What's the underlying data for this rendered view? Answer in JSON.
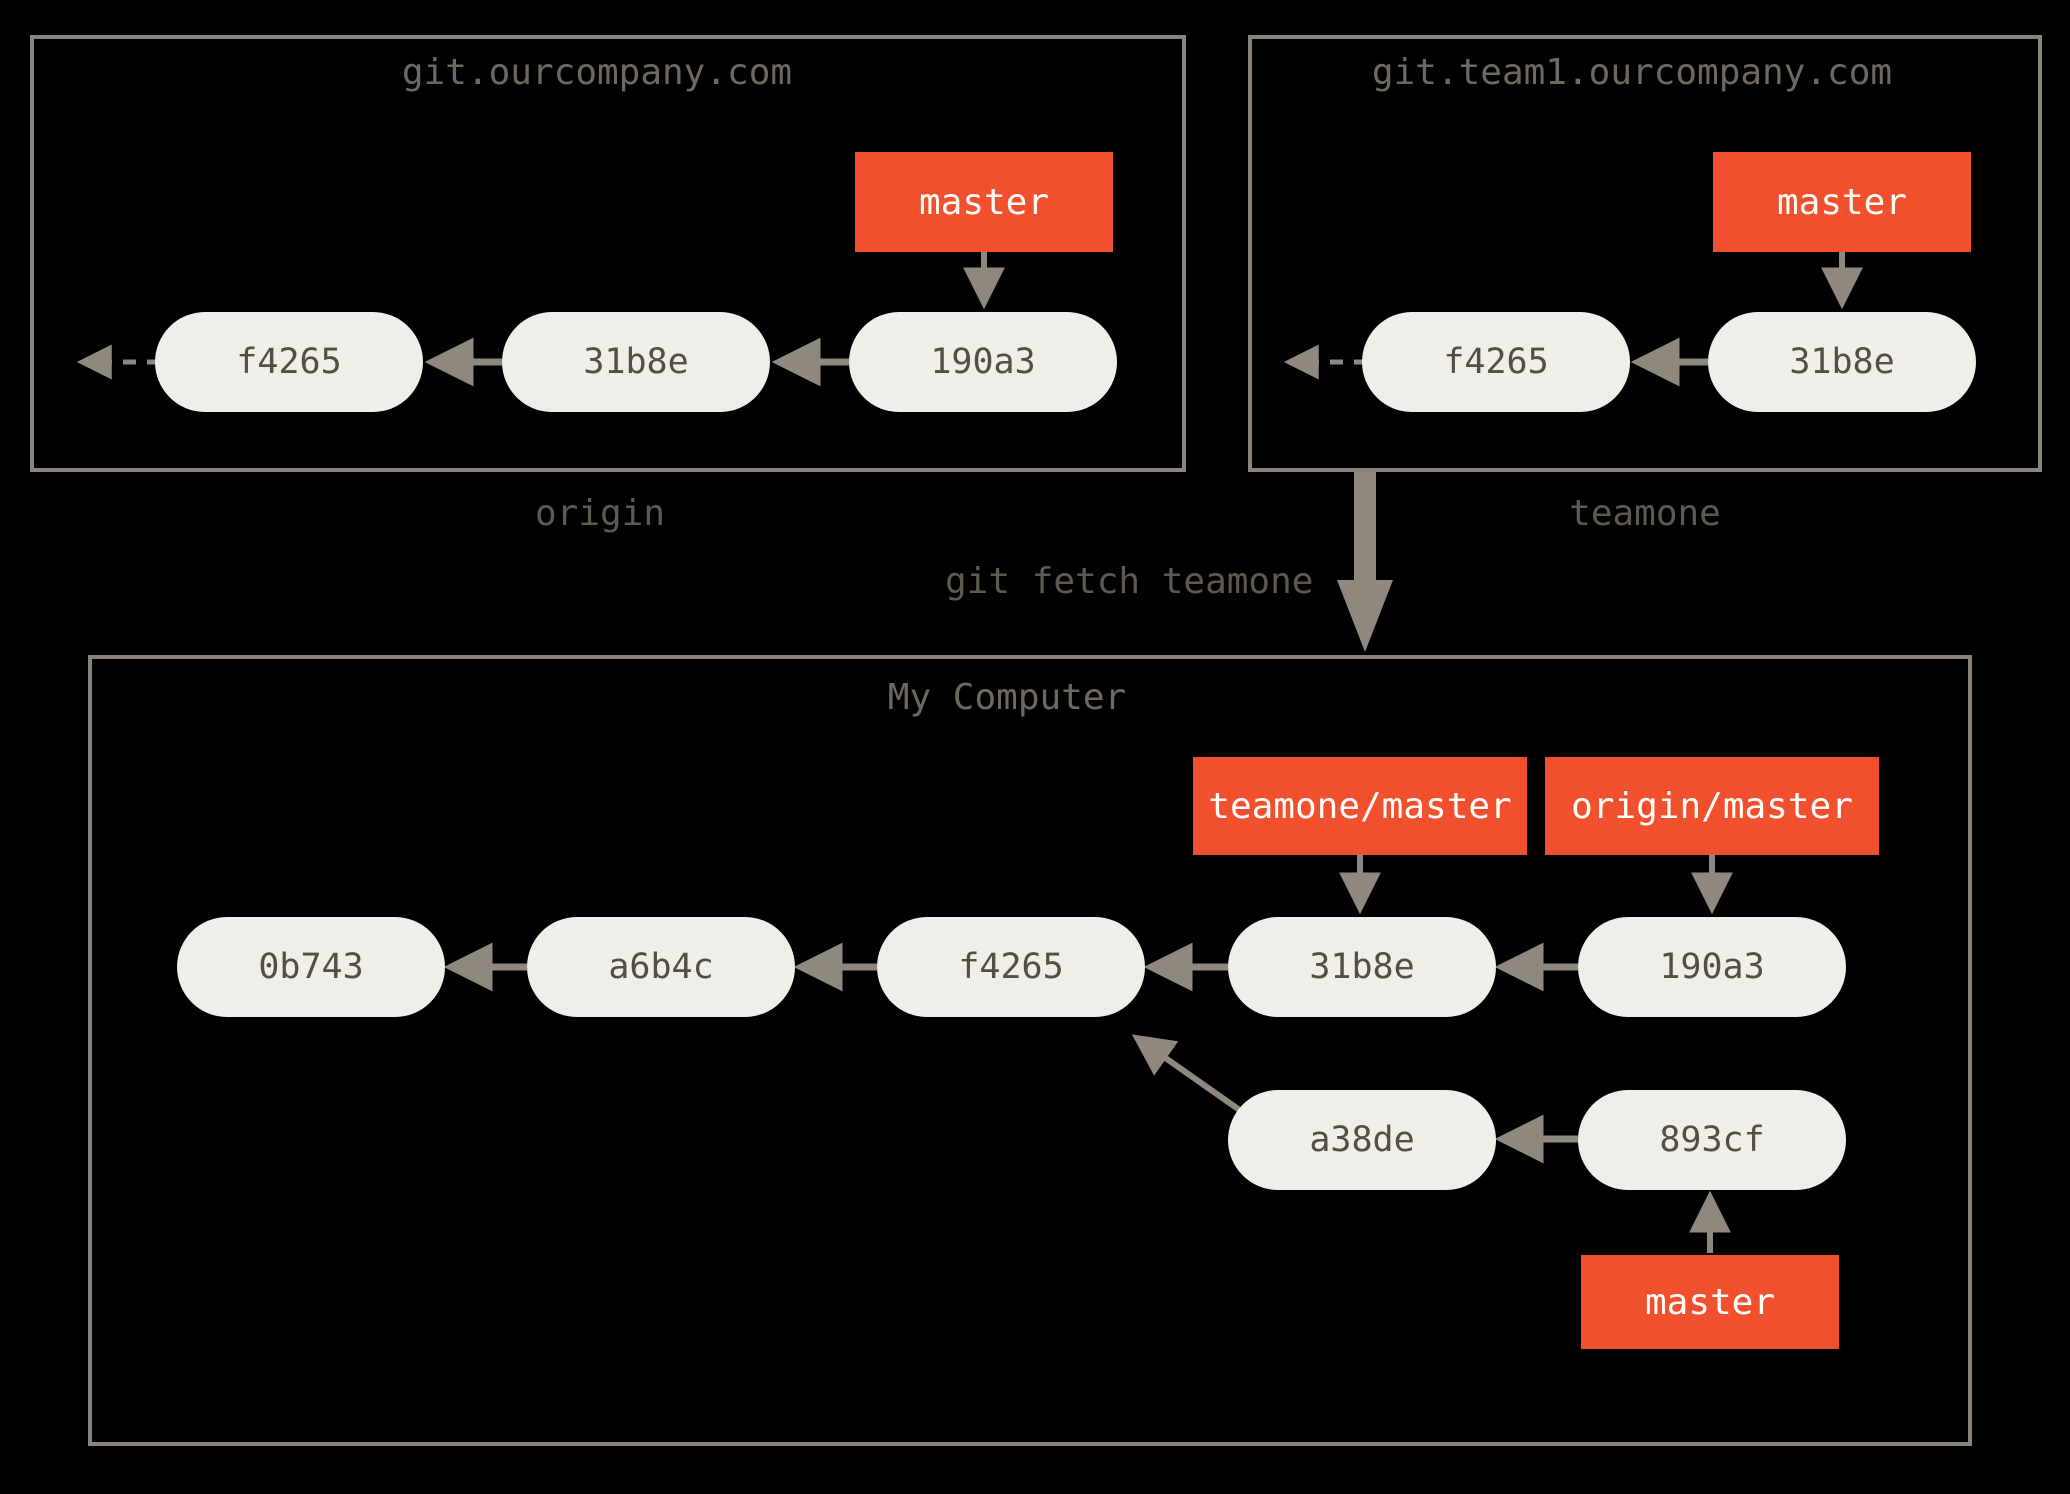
{
  "palette": {
    "background": "#000000",
    "box_border": "#8a8379",
    "commit_fill": "#efeee8",
    "commit_text": "#544e44",
    "branch_fill": "#f1502f",
    "branch_text": "#fffef9",
    "arrow": "#8f887e",
    "box_title_text": "#6e6860",
    "caption_text": "#5f5950"
  },
  "remote_origin": {
    "title": "git.ourcompany.com",
    "caption": "origin",
    "branch_label": "master",
    "commits": [
      "f4265",
      "31b8e",
      "190a3"
    ]
  },
  "remote_teamone": {
    "title": "git.team1.ourcompany.com",
    "caption": "teamone",
    "branch_label": "master",
    "commits": [
      "f4265",
      "31b8e"
    ]
  },
  "fetch_command": "git fetch teamone",
  "local": {
    "title": "My Computer",
    "main_commits": [
      "0b743",
      "a6b4c",
      "f4265",
      "31b8e",
      "190a3"
    ],
    "topic_commits": [
      "a38de",
      "893cf"
    ],
    "remote_tracking_labels": [
      "teamone/master",
      "origin/master"
    ],
    "branch_label": "master"
  }
}
